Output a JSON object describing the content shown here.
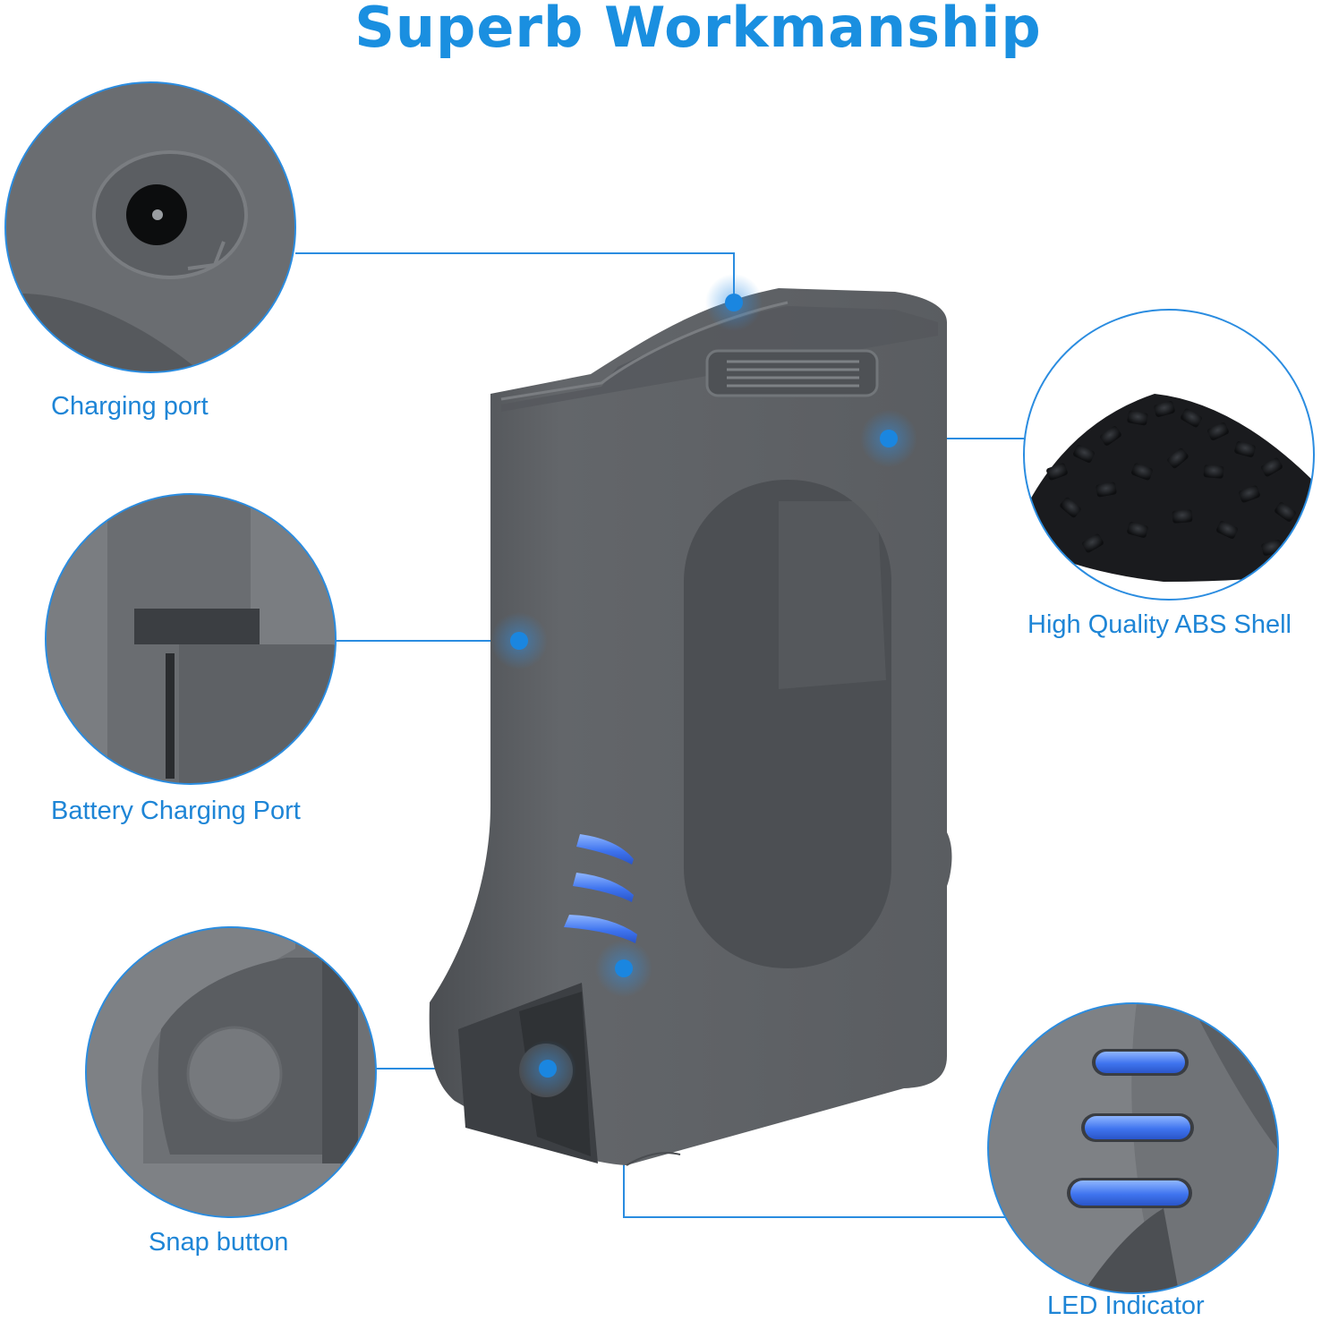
{
  "title": "Superb Workmanship",
  "colors": {
    "accent": "#1a8fe0",
    "label": "#1e85d6",
    "battery_body": "#5f6266",
    "led": "#4a7cf0"
  },
  "features": [
    {
      "label": "Charging port",
      "icon": "charging-port-closeup"
    },
    {
      "label": "Battery Charging Port",
      "icon": "battery-contacts-closeup"
    },
    {
      "label": "Snap button",
      "icon": "snap-button-closeup"
    },
    {
      "label": "High Quality ABS Shell",
      "icon": "abs-pellets-closeup"
    },
    {
      "label": "LED Indicator",
      "icon": "led-indicator-closeup"
    }
  ]
}
